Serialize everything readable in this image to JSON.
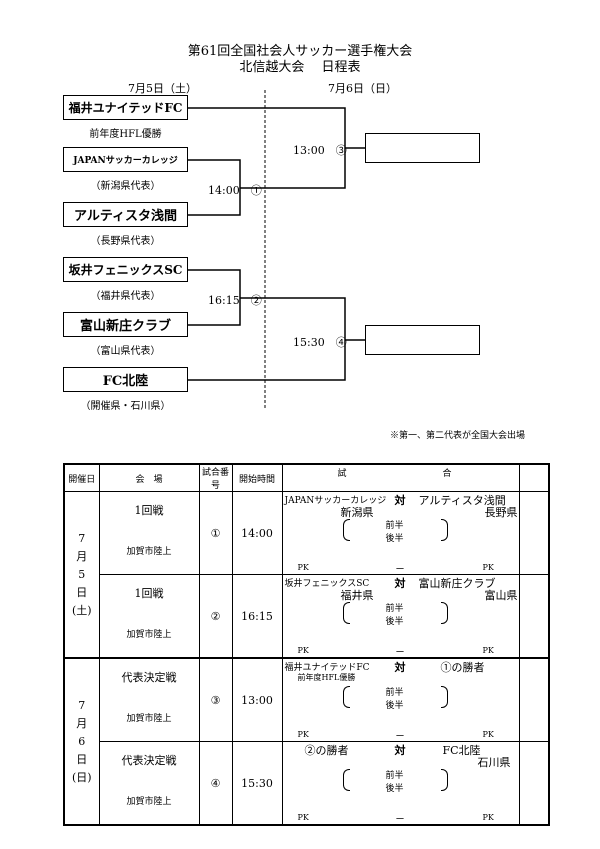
{
  "header": {
    "title": "第61回全国社会人サッカー選手権大会",
    "subtitle": "北信越大会　 日程表"
  },
  "bracket": {
    "day1": "7月5日（土）",
    "day2": "7月6日（日）",
    "teams": [
      {
        "name": "福井ユナイテッドFC",
        "rep": "前年度HFL優勝"
      },
      {
        "name": "JAPANサッカーカレッジ",
        "rep": "（新潟県代表）"
      },
      {
        "name": "アルティスタ浅間",
        "rep": "（長野県代表）"
      },
      {
        "name": "坂井フェニックスSC",
        "rep": "（福井県代表）"
      },
      {
        "name": "富山新庄クラブ",
        "rep": "（富山県代表）"
      },
      {
        "name": "FC北陸",
        "rep": "（開催県・石川県）"
      }
    ],
    "m1": "14:00　①",
    "m2": "16:15　②",
    "m3": "13:00　③",
    "m4": "15:30　④",
    "note": "※第一、第二代表が全国大会出場"
  },
  "schedule": {
    "headers": [
      "開催日",
      "会　場",
      "試合番号",
      "開始時間",
      "試",
      "合"
    ],
    "date1": [
      "7",
      "月",
      "5",
      "日",
      "(土)"
    ],
    "date2": [
      "7",
      "月",
      "6",
      "日",
      "(日)"
    ],
    "vs": "対",
    "first": "前半",
    "second": "後半",
    "pk": "PK",
    "dash": "ー",
    "rows": [
      {
        "round": "1回戦",
        "place": "加賀市陸上",
        "num": "①",
        "time": "14:00",
        "home": "JAPANサッカーカレッジ",
        "home_sub": "新潟県",
        "away": "アルティスタ浅間",
        "away_sub": "長野県"
      },
      {
        "round": "1回戦",
        "place": "加賀市陸上",
        "num": "②",
        "time": "16:15",
        "home": "坂井フェニックスSC",
        "home_sub": "福井県",
        "away": "富山新庄クラブ",
        "away_sub": "富山県"
      },
      {
        "round": "代表決定戦",
        "place": "加賀市陸上",
        "num": "③",
        "time": "13:00",
        "home": "福井ユナイテッドFC",
        "home_sub": "前年度HFL優勝",
        "away": "①の勝者",
        "away_sub": ""
      },
      {
        "round": "代表決定戦",
        "place": "加賀市陸上",
        "num": "④",
        "time": "15:30",
        "home": "②の勝者",
        "home_sub": "",
        "away": "FC北陸",
        "away_sub": "石川県"
      }
    ]
  }
}
